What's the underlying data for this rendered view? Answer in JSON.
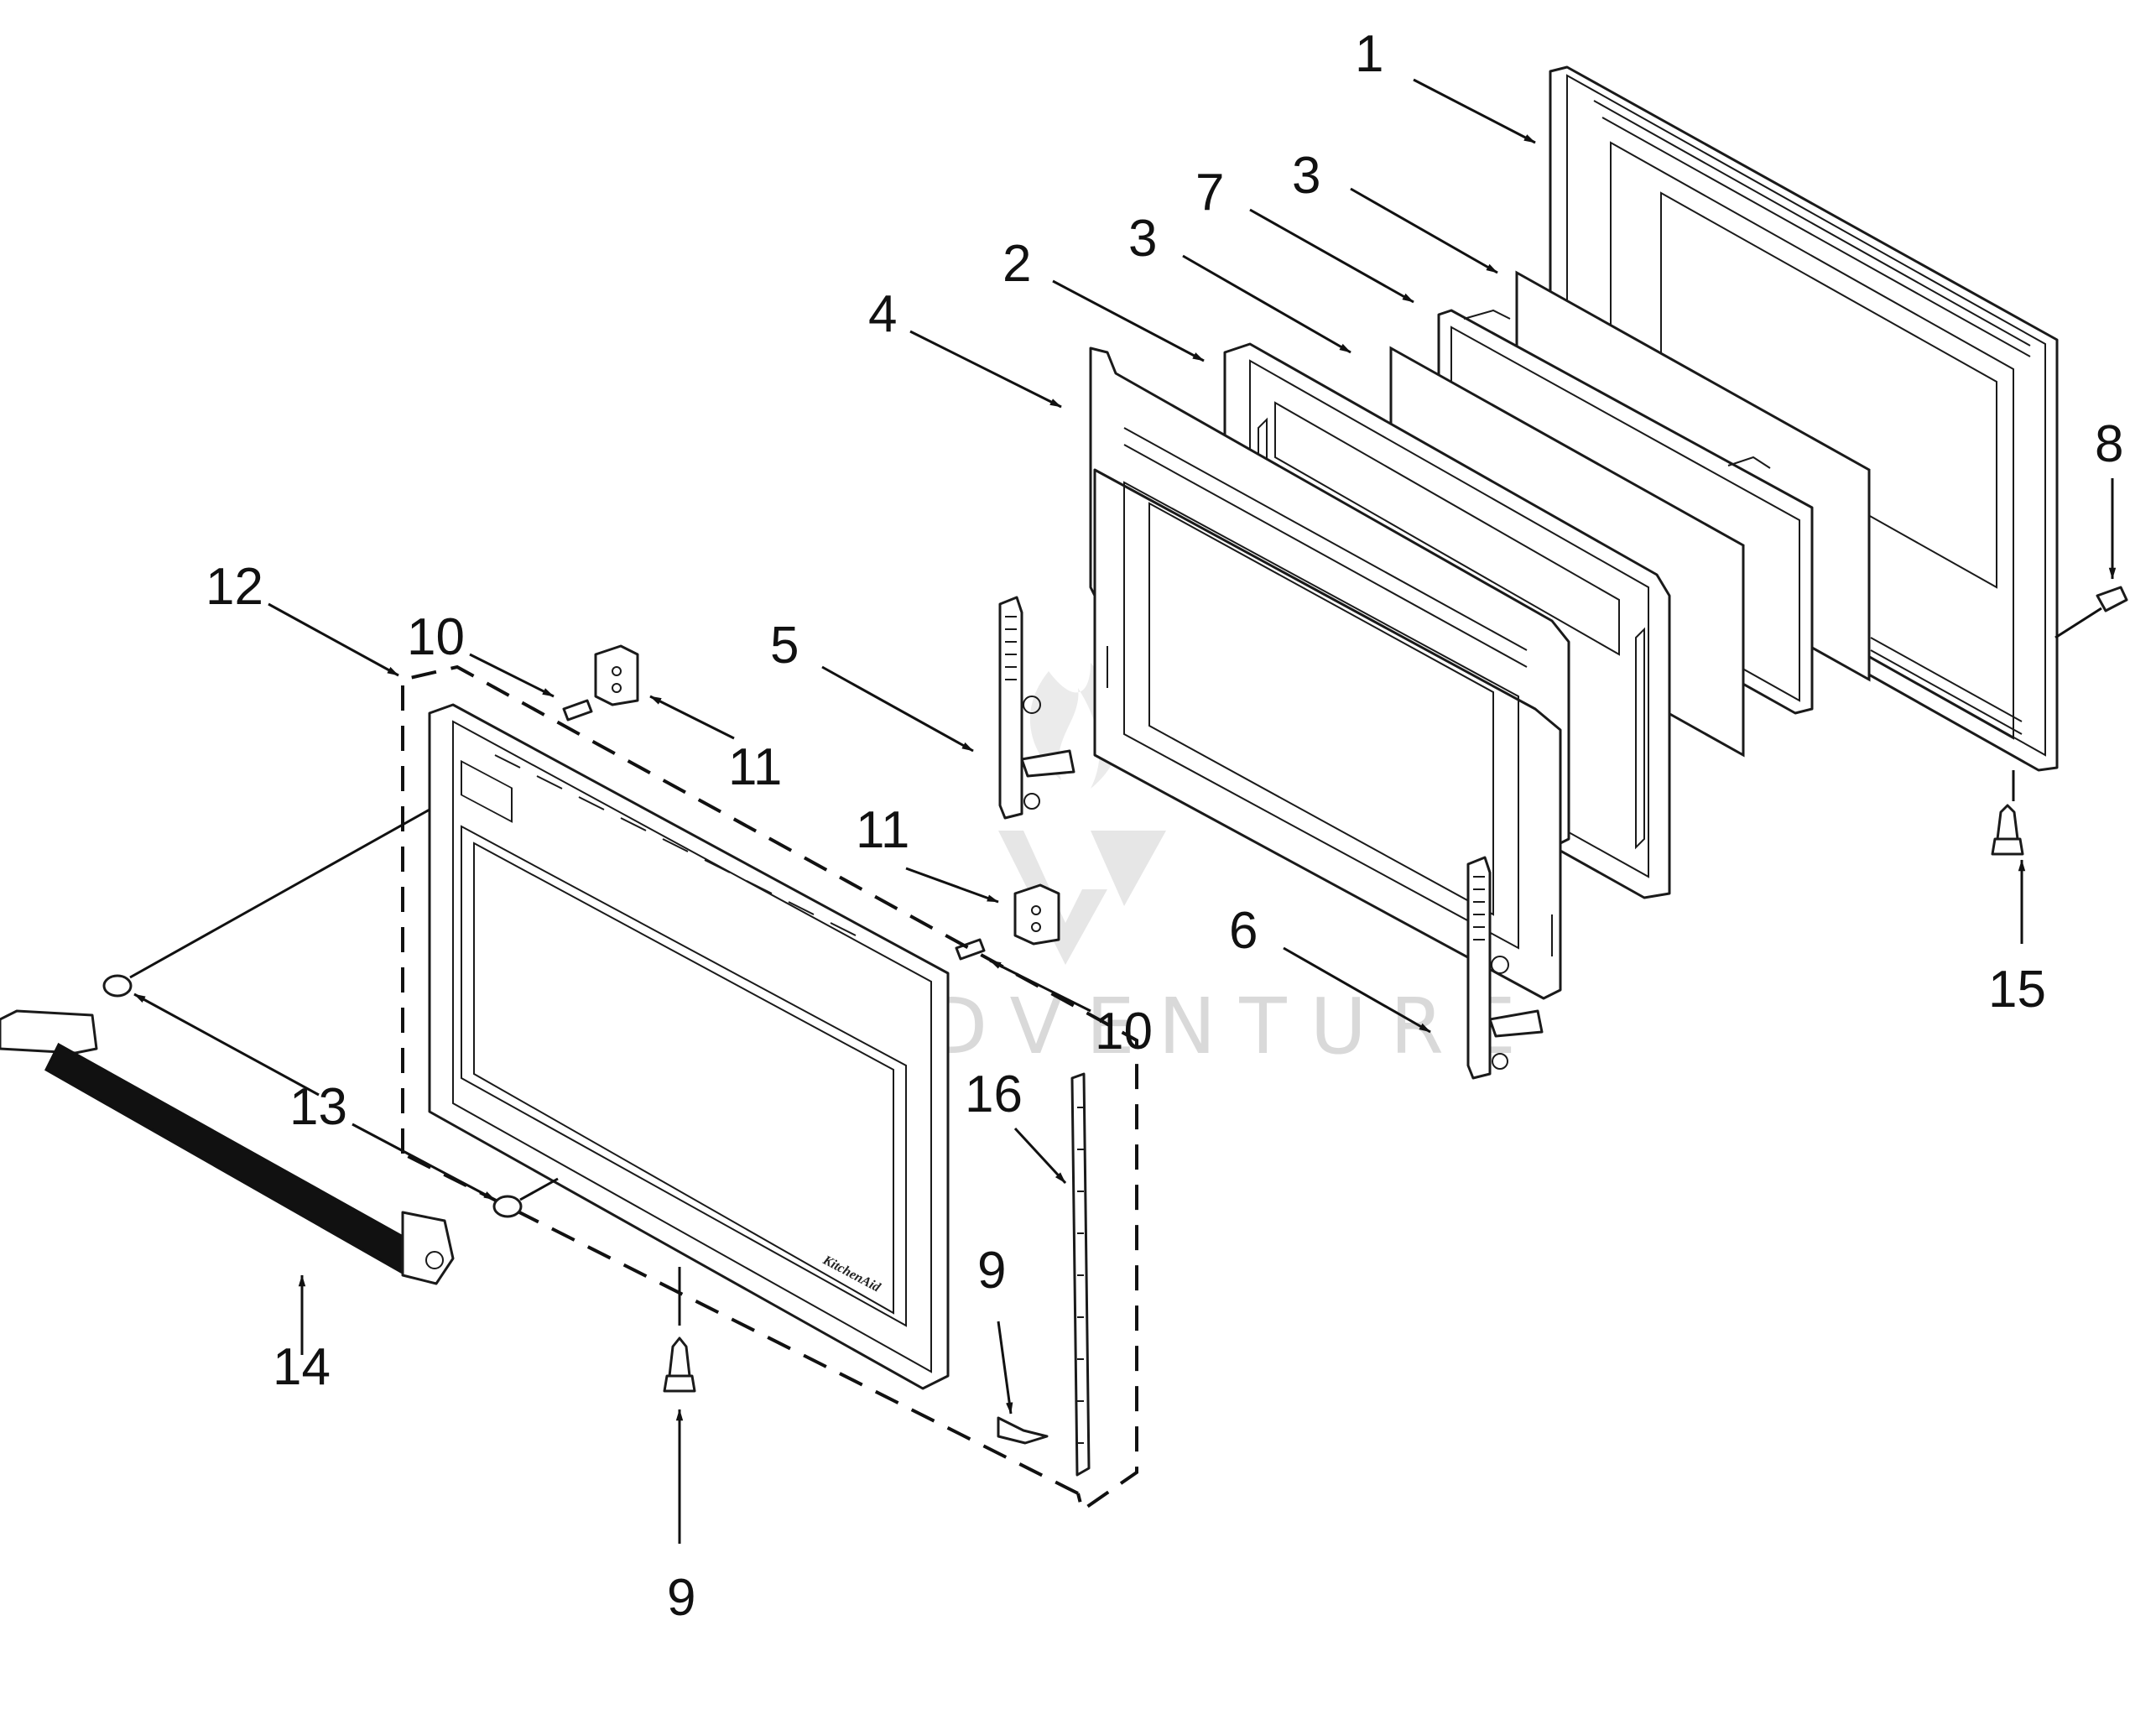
{
  "diagram": {
    "callouts": [
      {
        "id": "c1",
        "label": "1"
      },
      {
        "id": "c2",
        "label": "2"
      },
      {
        "id": "c3a",
        "label": "3"
      },
      {
        "id": "c3b",
        "label": "3"
      },
      {
        "id": "c4",
        "label": "4"
      },
      {
        "id": "c5",
        "label": "5"
      },
      {
        "id": "c6",
        "label": "6"
      },
      {
        "id": "c7",
        "label": "7"
      },
      {
        "id": "c8",
        "label": "8"
      },
      {
        "id": "c9a",
        "label": "9"
      },
      {
        "id": "c9b",
        "label": "9"
      },
      {
        "id": "c10a",
        "label": "10"
      },
      {
        "id": "c10b",
        "label": "10"
      },
      {
        "id": "c11a",
        "label": "11"
      },
      {
        "id": "c11b",
        "label": "11"
      },
      {
        "id": "c12",
        "label": "12"
      },
      {
        "id": "c13",
        "label": "13"
      },
      {
        "id": "c14",
        "label": "14"
      },
      {
        "id": "c15",
        "label": "15"
      },
      {
        "id": "c16",
        "label": "16"
      }
    ],
    "watermark": "LEADVENTURE",
    "door_logo": "KitchenAid"
  }
}
